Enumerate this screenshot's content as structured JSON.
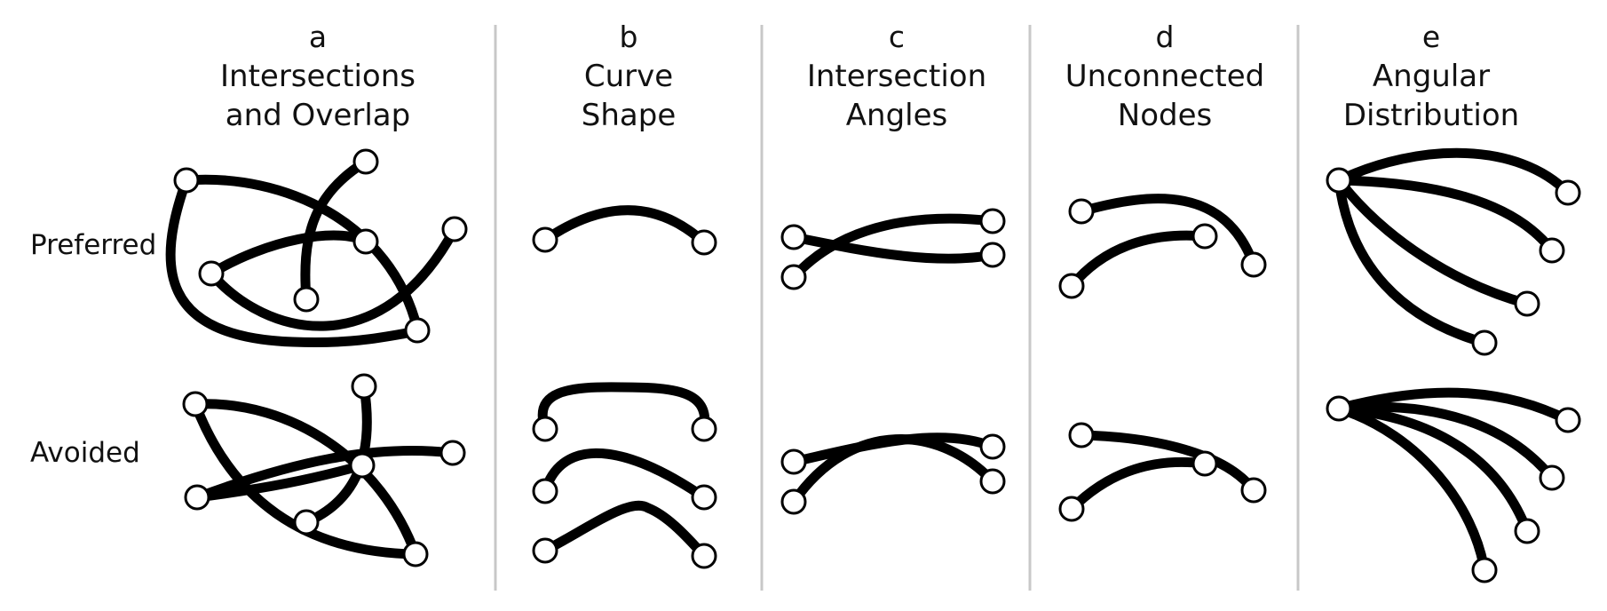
{
  "columns": [
    {
      "letter": "a",
      "title_line1": "Intersections",
      "title_line2": "and Overlap"
    },
    {
      "letter": "b",
      "title_line1": "Curve",
      "title_line2": "Shape"
    },
    {
      "letter": "c",
      "title_line1": "Intersection",
      "title_line2": "Angles"
    },
    {
      "letter": "d",
      "title_line1": "Unconnected",
      "title_line2": "Nodes"
    },
    {
      "letter": "e",
      "title_line1": "Angular",
      "title_line2": "Distribution"
    }
  ],
  "rows": [
    {
      "label": "Preferred"
    },
    {
      "label": "Avoided"
    }
  ],
  "colors": {
    "edge": "#000000",
    "node_fill": "#ffffff",
    "separator": "#c8c8c8"
  }
}
